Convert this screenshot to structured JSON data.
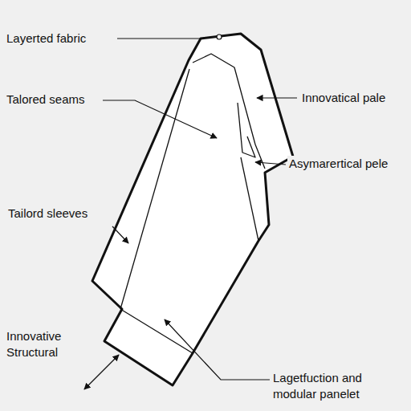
{
  "diagram": {
    "labels": [
      "Layerted fabric",
      "Talored seams",
      "Innovatical pale",
      "Asymarertical pele",
      "Tailord sleeves",
      "Innovative Structural",
      "Lagetfuction and modular panelet"
    ]
  }
}
